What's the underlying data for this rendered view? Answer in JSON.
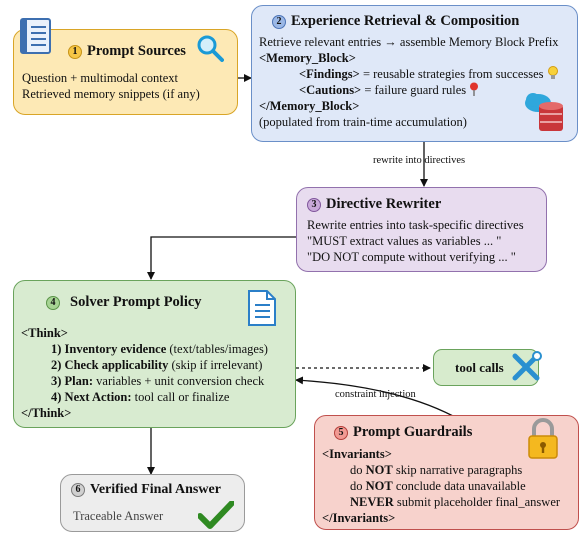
{
  "colors": {
    "sources_fill": "#fde9b5",
    "sources_border": "#d9a527",
    "retrieval_fill": "#dfe8f8",
    "retrieval_border": "#6a8fc8",
    "rewriter_fill": "#e8dcef",
    "rewriter_border": "#9271ad",
    "solver_fill": "#d8ebd0",
    "solver_border": "#6aa35c",
    "tool_fill": "#d7ebcd",
    "guard_fill": "#f7d2cc",
    "guard_border": "#c0504d",
    "answer_fill": "#ededed",
    "answer_border": "#9a9a9a"
  },
  "sources": {
    "num": "1",
    "title": "Prompt Sources",
    "lines": [
      "Question + multimodal context",
      "Retrieved memory snippets (if any)"
    ],
    "icons": [
      "book-icon",
      "magnifier-icon"
    ]
  },
  "retrieval": {
    "num": "2",
    "title": "Experience Retrieval & Composition",
    "line1": "Retrieve relevant entries → assemble Memory Block Prefix",
    "open_tag": "<Memory_Block>",
    "findings_tag": "<Findings>",
    "findings_text": " = reusable strategies from successes",
    "cautions_tag": "<Cautions>",
    "cautions_text": " = failure guard rules",
    "close_tag": "</Memory_Block>",
    "note": "(populated from train-time accumulation)",
    "icons": [
      "lightbulb-icon",
      "pin-icon",
      "database-icon"
    ]
  },
  "edge_rewrite": "rewrite into directives",
  "rewriter": {
    "num": "3",
    "title": "Directive Rewriter",
    "lines": [
      "Rewrite entries into task-specific directives",
      "\"MUST extract values as variables ... \"",
      "\"DO NOT compute without verifying ... \""
    ]
  },
  "solver": {
    "num": "4",
    "title": "Solver Prompt Policy",
    "open_tag": "<Think>",
    "steps": [
      {
        "label": "1) Inventory evidence",
        "text": " (text/tables/images)"
      },
      {
        "label": "2) Check applicability",
        "text": " (skip if irrelevant)"
      },
      {
        "label": "3) Plan:",
        "text": " variables + unit conversion check"
      },
      {
        "label": "4) Next Action:",
        "text": " tool call or finalize"
      }
    ],
    "close_tag": "</Think>",
    "icon": "document-icon"
  },
  "tool": {
    "label": "tool calls",
    "icon": "tools-icon"
  },
  "edge_constraint": "constraint injection",
  "guard": {
    "num": "5",
    "title": "Prompt Guardrails",
    "open_tag": "<Invariants>",
    "rules": [
      {
        "pre": "do ",
        "bold": "NOT",
        "post": " skip narrative paragraphs"
      },
      {
        "pre": "do ",
        "bold": "NOT",
        "post": " conclude data unavailable"
      },
      {
        "pre": "",
        "bold": "NEVER",
        "post": " submit placeholder final_answer"
      }
    ],
    "close_tag": "</Invariants>",
    "icon": "lock-icon"
  },
  "answer": {
    "num": "6",
    "title": "Verified Final Answer",
    "text": "Traceable Answer",
    "icon": "checkmark-icon"
  }
}
